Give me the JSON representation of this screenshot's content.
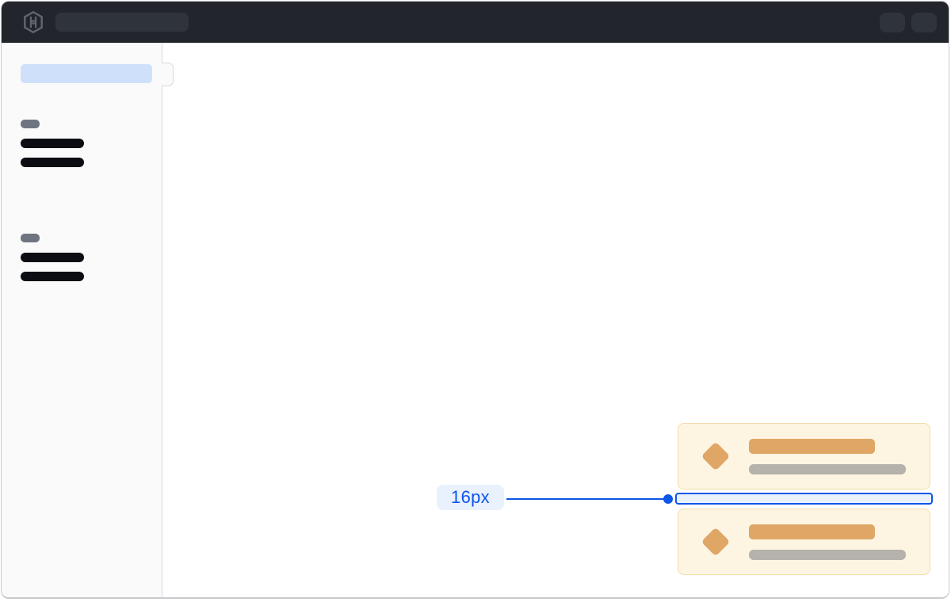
{
  "header": {
    "logo_icon": "hashicorp-logo",
    "background_color": "#22252b",
    "skeleton_color": "#2f333b",
    "search_skeleton": "skeleton-search-field",
    "action_skeletons": [
      "skeleton-button",
      "skeleton-button"
    ]
  },
  "sidebar": {
    "background_color": "#fafafa",
    "active_item_skeleton_color": "#cfe0fa",
    "section_label_skeleton_color": "#6f7580",
    "item_skeleton_color": "#0b0d12",
    "toggle_handle": "sidebar-collapse-handle",
    "groups": [
      {
        "section_label_skeleton": true,
        "item_skeletons": 2
      },
      {
        "section_label_skeleton": true,
        "item_skeletons": 2
      }
    ]
  },
  "cards": {
    "count": 2,
    "background_color": "#fdf5e2",
    "border_color": "#f2ddab",
    "icon": "diamond-icon",
    "icon_color": "#dfa666",
    "title_skeleton_color": "#dfa666",
    "subtitle_skeleton_color": "#b4b2ab"
  },
  "spacing_annotation": {
    "label": "16px",
    "accent_color": "#0c56e9",
    "label_background": "#e9f1fd",
    "highlight_fill": "#e9f1fd"
  }
}
